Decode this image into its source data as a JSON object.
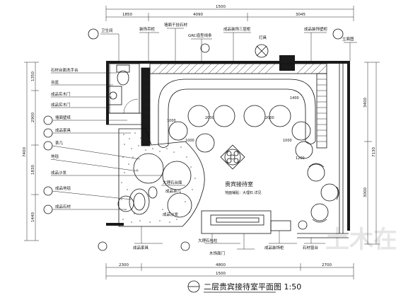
{
  "drawing": {
    "title": "二层贵宾接待室平面图 1:50",
    "index_mark": "",
    "room_name": "贵宾接待室",
    "room_area": "地面铺贴：大理石 详见",
    "watermark": "土木在线"
  },
  "dimensions": {
    "top_total": "1500",
    "top_segments": [
      "1850",
      "4090",
      "3045"
    ],
    "bottom_total": "1500",
    "bottom_segments": [
      "2300",
      "4800",
      "2700"
    ],
    "left_total": "7400",
    "left_segments": [
      "1350",
      "2900",
      "1830",
      "1440"
    ],
    "right_total": "7130",
    "right_segments": [
      "3400",
      "3000"
    ],
    "circle_dims": [
      "2000",
      "2000",
      "1000",
      "1400",
      "1000",
      "1000",
      "1200"
    ]
  },
  "callouts": {
    "top": [
      "卫生间",
      "装饰吊柜",
      "墙面干挂石材",
      "GRC造型线条",
      "成品装饰三层柜",
      "灯具",
      "成品装饰壁柜",
      "立面图"
    ],
    "left": [
      "石材台面洗手台",
      "台盆",
      "成品实木门",
      "成品实木门",
      "墙面壁纸",
      "成品家具",
      "茶几",
      "地毯",
      "成品沙发",
      "成品地毯",
      "成品石材"
    ],
    "bottom": [
      "成品家具",
      "大理石包柱",
      "木饰面门",
      "成品装饰柜",
      "石材窗台"
    ],
    "interior": [
      "大理石台面",
      "成品茶几",
      "成品沙发"
    ]
  }
}
